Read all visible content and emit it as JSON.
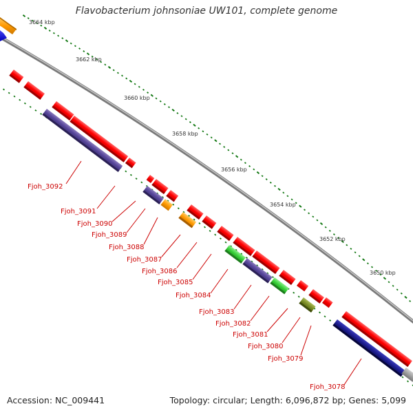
{
  "title": "Flavobacterium johnsoniae UW101, complete genome",
  "footer": {
    "accession": "Accession: NC_009441",
    "summary": "Topology: circular; Length: 6,096,872 bp; Genes: 5,099"
  },
  "colors": {
    "forward_cds": "#ee0000",
    "reverse_cds": "#554499",
    "orange": "#ff9900",
    "green": "#33cc33",
    "olive": "#778822",
    "navy": "#1a1a88",
    "blue": "#1111dd",
    "tick": "#117711",
    "backbone": "#888888",
    "label": "#cc0000"
  },
  "kbp_ticks": [
    {
      "label": "3664 kbp",
      "kbp": 3664
    },
    {
      "label": "3662 kbp",
      "kbp": 3662
    },
    {
      "label": "3660 kbp",
      "kbp": 3660
    },
    {
      "label": "3658 kbp",
      "kbp": 3658
    },
    {
      "label": "3656 kbp",
      "kbp": 3656
    },
    {
      "label": "3654 kbp",
      "kbp": 3654
    },
    {
      "label": "3652 kbp",
      "kbp": 3652
    },
    {
      "label": "3650 kbp",
      "kbp": 3650
    }
  ],
  "gene_labels": [
    "Fjoh_3092",
    "Fjoh_3091",
    "Fjoh_3090",
    "Fjoh_3089",
    "Fjoh_3088",
    "Fjoh_3087",
    "Fjoh_3086",
    "Fjoh_3085",
    "Fjoh_3084",
    "Fjoh_3083",
    "Fjoh_3082",
    "Fjoh_3081",
    "Fjoh_3080",
    "Fjoh_3079",
    "Fjoh_3078"
  ]
}
